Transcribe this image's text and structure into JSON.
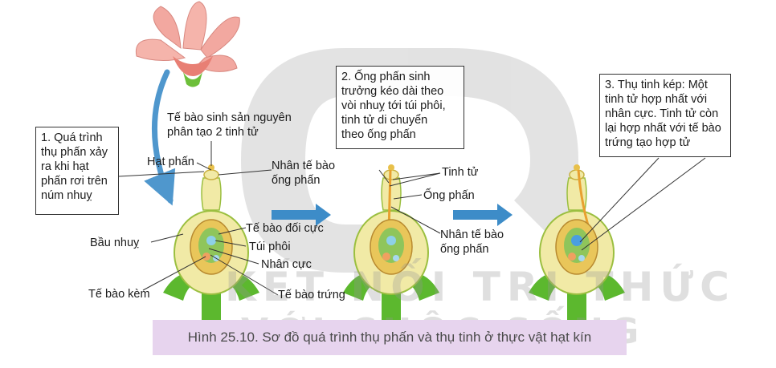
{
  "labels": {
    "sinh_san": "Tế bào sinh sản nguyên\nphân tạo 2 tinh tử",
    "hat_phan": "Hạt phấn",
    "nhan_te_bao_ong_phan_1": "Nhân tế bào\nống phấn",
    "te_bao_doi_cuc": "Tế bào đối cực",
    "tui_phoi": "Túi phôi",
    "nhan_cuc": "Nhân cực",
    "te_bao_trung": "Tế bào trứng",
    "te_bao_kem": "Tế bào kèm",
    "bau_nhuy": "Bầu nhuỵ",
    "tinh_tu": "Tinh tử",
    "ong_phan": "Ống phấn",
    "nhan_te_bao_ong_phan_2": "Nhân tế bào\nống phấn"
  },
  "boxes": {
    "step1": "1. Quá trình\nthụ phấn xảy\nra khi hạt\nphấn rơi trên\nnúm nhuỵ",
    "step2": "2. Ống phấn sinh\ntrưởng kéo dài theo\nvòi nhuỵ tới túi phôi,\ntinh tử di chuyển\ntheo ống phấn",
    "step3": "3. Thụ tinh kép: Một\ntinh tử hợp nhất với\nnhân cực. Tinh tử còn\nlại hợp nhất với tế bào\ntrứng tạo hợp tử"
  },
  "watermark": {
    "line1": "KẾT NỐI TRI THỨC",
    "line2": "VỚI CUỘC SỐNG"
  },
  "caption": "Hình 25.10. Sơ đồ quá trình thụ phấn và thụ tinh ở thực vật hạt kín",
  "colors": {
    "arrow_blue": "#3d8cc8",
    "petal_pink": "#f2a8a0",
    "pistil_yellow": "#f3efb0",
    "leaf_green": "#5cb82e",
    "caption_bg": "#e7d4ee"
  }
}
